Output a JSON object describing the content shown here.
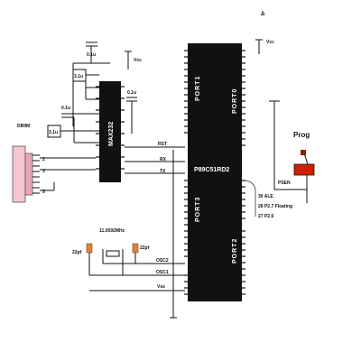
{
  "top_mark": "Δ",
  "vcc_labels": {
    "max232": "Vcc",
    "mcu": "Vcc"
  },
  "capacitors": {
    "c1": "0.1u",
    "c2": "3.1u",
    "c3": "0.1u",
    "c4": "3.1u",
    "c5": "0.1u"
  },
  "db9": {
    "label": "DB9M",
    "pins": [
      "2",
      "3",
      "5"
    ]
  },
  "max232": {
    "label": "MAX232"
  },
  "signals": {
    "rst": "RST",
    "rx": "RX",
    "tx": "TX",
    "osc2": "OSC2",
    "osc1": "OSC1",
    "vss": "Vss"
  },
  "mcu": {
    "label": "P89C51RD2",
    "port1": "PORT1",
    "port0": "PORT0",
    "port3": "PORT3",
    "port2": "PORT2"
  },
  "pin_notes": {
    "ale": "30 ALE",
    "p27": "28 P2.7 Floating",
    "p26": "27 P2.6"
  },
  "psen": "PSEN",
  "prog": "Prog",
  "crystal": {
    "freq": "11.0592MHz",
    "cap_left": "22pf",
    "cap_right": "22pf"
  },
  "colors": {
    "ink": "#111111",
    "led": "#cc2200",
    "cap_orange": "#d9843a",
    "db9_pink": "#f4c6cf"
  }
}
